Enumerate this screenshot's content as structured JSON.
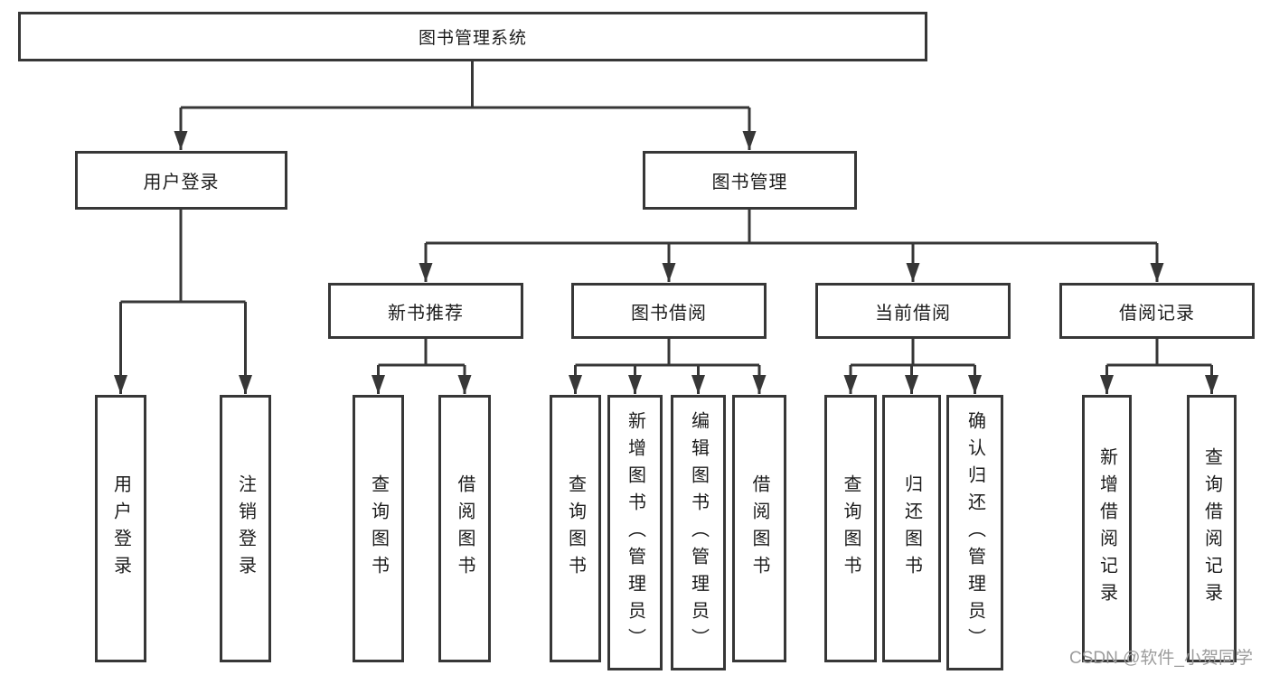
{
  "diagram": {
    "root": {
      "label": "图书管理系统",
      "children": [
        {
          "label": "用户登录",
          "children": [
            {
              "label": "用户登录"
            },
            {
              "label": "注销登录"
            }
          ]
        },
        {
          "label": "图书管理",
          "children": [
            {
              "label": "新书推荐",
              "children": [
                {
                  "label": "查询图书"
                },
                {
                  "label": "借阅图书"
                }
              ]
            },
            {
              "label": "图书借阅",
              "children": [
                {
                  "label": "查询图书"
                },
                {
                  "label": "新增图书（管理员）"
                },
                {
                  "label": "编辑图书（管理员）"
                },
                {
                  "label": "借阅图书"
                }
              ]
            },
            {
              "label": "当前借阅",
              "children": [
                {
                  "label": "查询图书"
                },
                {
                  "label": "归还图书"
                },
                {
                  "label": "确认归还（管理员）"
                }
              ]
            },
            {
              "label": "借阅记录",
              "children": [
                {
                  "label": "新增借阅记录"
                },
                {
                  "label": "查询借阅记录"
                }
              ]
            }
          ]
        }
      ]
    }
  },
  "watermark": "CSDN @软件_小贺同学",
  "colors": {
    "line": "#373737",
    "text": "#1c1c1c",
    "background": "#ffffff",
    "watermark": "#9c9c9c"
  }
}
